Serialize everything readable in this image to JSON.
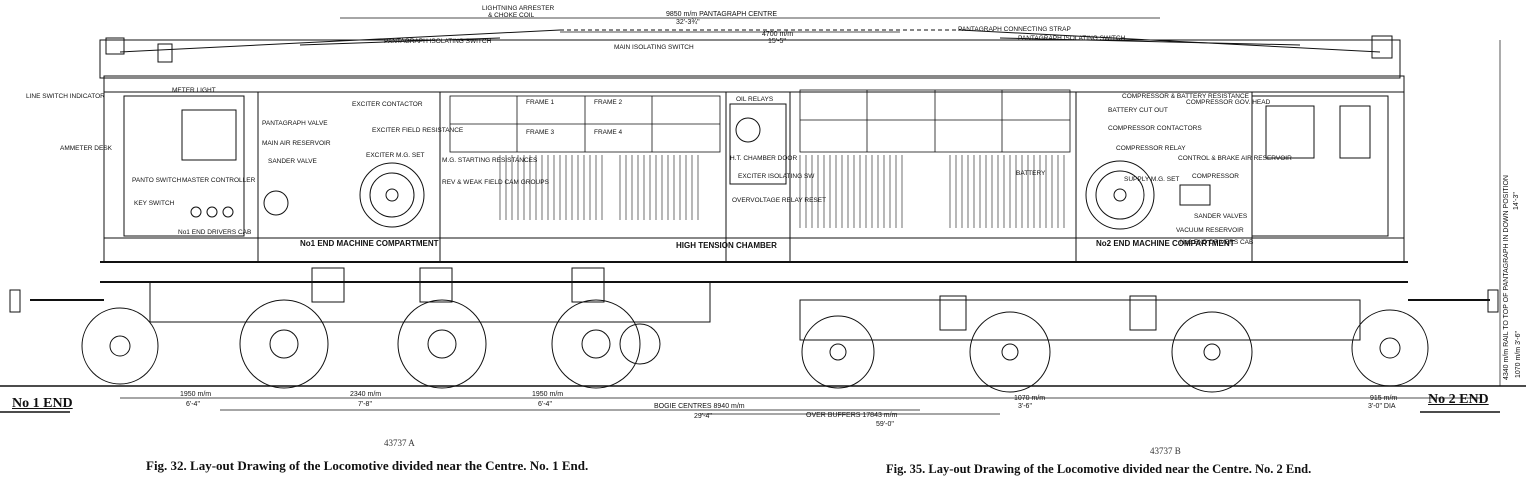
{
  "drawing": {
    "end_labels": {
      "left": "No 1 END",
      "right": "No 2 END"
    },
    "top_labels": [
      {
        "id": "lightning-arrester",
        "text": "LIGHTNING ARRESTER"
      },
      {
        "id": "choke-coil",
        "text": "& CHOKE COIL"
      },
      {
        "id": "panto-centre",
        "text": "9850 m/m PANTAGRAPH CENTRE"
      },
      {
        "id": "panto-centre-ft",
        "text": "32'-3¾\""
      },
      {
        "id": "panto-isolating-switch-1",
        "text": "PANTAGRAPH ISOLATING SWITCH"
      },
      {
        "id": "dim-4700",
        "text": "4700 m/m"
      },
      {
        "id": "dim-4700-ft",
        "text": "15'-5\""
      },
      {
        "id": "main-isolating-switch",
        "text": "MAIN ISOLATING SWITCH"
      },
      {
        "id": "panto-connecting-strap",
        "text": "PANTAGRAPH CONNECTING STRAP"
      },
      {
        "id": "panto-isolating-switch-2",
        "text": "PANTAGRAPH ISOLATING SWITCH"
      }
    ],
    "left_labels": [
      {
        "id": "line-switch-indicator",
        "text": "LINE SWITCH INDICATOR"
      },
      {
        "id": "ammeter-desk",
        "text": "AMMETER DESK"
      }
    ],
    "interior_labels": [
      {
        "id": "meter-light",
        "text": "METER LIGHT"
      },
      {
        "id": "pantagraph-valve",
        "text": "PANTAGRAPH VALVE"
      },
      {
        "id": "main-air-reservoir",
        "text": "MAIN AIR RESERVOIR"
      },
      {
        "id": "sander-valve",
        "text": "SANDER VALVE"
      },
      {
        "id": "master-controller",
        "text": "MASTER CONTROLLER"
      },
      {
        "id": "panto-switch",
        "text": "PANTO SWITCH"
      },
      {
        "id": "key-switch",
        "text": "KEY SWITCH"
      },
      {
        "id": "no1-drivers-cab",
        "text": "No1 END DRIVERS CAB"
      },
      {
        "id": "exciter-contactor",
        "text": "EXCITER CONTACTOR"
      },
      {
        "id": "exciter-field-resistance",
        "text": "EXCITER FIELD RESISTANCE"
      },
      {
        "id": "exciter-mg-set",
        "text": "EXCITER M.G. SET"
      },
      {
        "id": "mg-starting-resistances",
        "text": "M.G. STARTING RESISTANCES"
      },
      {
        "id": "rev-weak-field",
        "text": "REV & WEAK FIELD CAM GROUPS"
      },
      {
        "id": "no1-machine-compartment",
        "text": "No1 END MACHINE COMPARTMENT"
      },
      {
        "id": "frame-1",
        "text": "FRAME 1"
      },
      {
        "id": "frame-2",
        "text": "FRAME 2"
      },
      {
        "id": "frame-3",
        "text": "FRAME 3"
      },
      {
        "id": "frame-4",
        "text": "FRAME 4"
      },
      {
        "id": "oil-relays",
        "text": "OIL RELAYS"
      },
      {
        "id": "ht-chamber-door",
        "text": "H.T. CHAMBER DOOR"
      },
      {
        "id": "exciter-isolating-sw",
        "text": "EXCITER ISOLATING SW"
      },
      {
        "id": "overvoltage-relay",
        "text": "OVERVOLTAGE RELAY RESET"
      },
      {
        "id": "high-tension-chamber",
        "text": "HIGH TENSION CHAMBER"
      },
      {
        "id": "battery",
        "text": "BATTERY"
      },
      {
        "id": "supply-mg-set",
        "text": "SUPPLY M.G. SET"
      },
      {
        "id": "compressor-battery",
        "text": "COMPRESSOR & BATTERY RESISTANCE"
      },
      {
        "id": "battery-cutout",
        "text": "BATTERY CUT OUT"
      },
      {
        "id": "compressor-contactors",
        "text": "COMPRESSOR CONTACTORS"
      },
      {
        "id": "compressor-relay",
        "text": "COMPRESSOR RELAY"
      },
      {
        "id": "compressor-gov",
        "text": "COMPRESSOR GOV. HEAD"
      },
      {
        "id": "control-brake-reservoir",
        "text": "CONTROL & BRAKE AIR RESERVOIR"
      },
      {
        "id": "compressor",
        "text": "COMPRESSOR"
      },
      {
        "id": "sander-valves",
        "text": "SANDER VALVES"
      },
      {
        "id": "vacuum-reservoir",
        "text": "VACUUM RESERVOIR"
      },
      {
        "id": "no2-drivers-cab",
        "text": "No2 END DRIVERS CAB"
      },
      {
        "id": "no2-machine-compartment",
        "text": "No2 END MACHINE COMPARTMENT"
      }
    ],
    "dimensions": [
      {
        "id": "d-1950",
        "text": "1950 m/m",
        "ft": "6'-4\""
      },
      {
        "id": "d-2340",
        "text": "2340 m/m",
        "ft": "7'-8\""
      },
      {
        "id": "d-1950b",
        "text": "1950 m/m",
        "ft": "6'-4\""
      },
      {
        "id": "d-bogie",
        "text": "BOGIE CENTRES 8940 m/m",
        "ft": "29'-4\""
      },
      {
        "id": "d-1070",
        "text": "1070 m/m",
        "ft": "3'-6\""
      },
      {
        "id": "d-915",
        "text": "915 m/m",
        "ft": "3'-0\" DIA"
      },
      {
        "id": "d-buffers",
        "text": "OVER BUFFERS 17843 m/m",
        "ft": "59'-0\""
      },
      {
        "id": "d-height",
        "text": "4340 m/m RAIL TO TOP OF PANTAGRAPH IN DOWN POSITION"
      },
      {
        "id": "d-height-ft",
        "text": "14'-3\""
      },
      {
        "id": "d-1070v",
        "text": "1070 m/m 3'-6\""
      }
    ],
    "colors": {
      "ink": "#111111",
      "paper": "#ffffff"
    }
  },
  "captions": {
    "fig32": "Fig. 32.   Lay-out Drawing of the Locomotive divided near the Centre.   No. 1 End.",
    "fig35": "Fig. 35.   Lay-out Drawing of the Locomotive divided near the Centre.   No. 2 End.",
    "file_left": "43737 A",
    "file_right": "43737 B"
  }
}
